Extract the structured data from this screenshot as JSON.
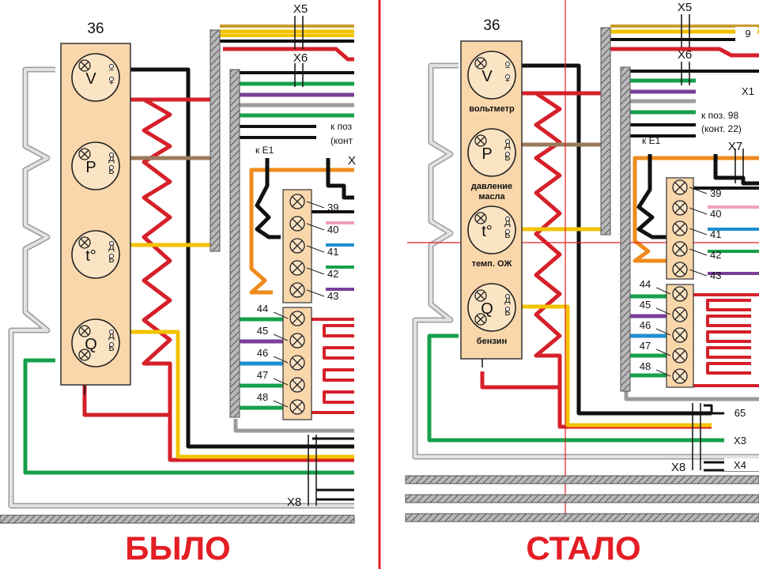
{
  "captions": {
    "before": "БЫЛО",
    "after": "СТАЛО"
  },
  "colors": {
    "panel": "#f9d7ab",
    "divider": "#e31e24",
    "black": "#111111",
    "red": "#d6202a",
    "yellow": "#f2c200",
    "green": "#15a04a",
    "brown": "#9b7a5c",
    "gray": "#b5b5b5",
    "orange": "#ee8b1d",
    "violet": "#7a3f98",
    "blue": "#1e8fd0",
    "pink": "#f0a0b8"
  },
  "before": {
    "block_number": "36",
    "gauges": [
      {
        "symbol": "V",
        "contacts": [
          "−",
          "+"
        ]
      },
      {
        "symbol": "P",
        "contacts": [
          "Д",
          "Б"
        ]
      },
      {
        "symbol": "t°",
        "contacts": [
          "Д",
          "Б"
        ]
      },
      {
        "symbol": "Q",
        "contacts": [
          "Д",
          "Б"
        ]
      }
    ],
    "connectors": {
      "x5": "X5",
      "x6": "X6",
      "x8": "X8",
      "x_partial": "X"
    },
    "ref_e1": "к Е1",
    "ref_pos_partial": "к поз",
    "ref_cont_partial": "(конт",
    "lamp_numbers": [
      "39",
      "40",
      "41",
      "42",
      "43",
      "44",
      "45",
      "46",
      "47",
      "48"
    ]
  },
  "after": {
    "block_number": "36",
    "gauges": [
      {
        "symbol": "V",
        "contacts": [
          "−",
          "+"
        ],
        "caption": "вольтметр"
      },
      {
        "symbol": "P",
        "contacts": [
          "Д",
          "Б"
        ],
        "caption": "давление масла"
      },
      {
        "symbol": "t°",
        "contacts": [
          "Д",
          "Б"
        ],
        "caption": "темп. ОЖ"
      },
      {
        "symbol": "Q",
        "contacts": [
          "Д",
          "Б"
        ],
        "caption": "бензин"
      }
    ],
    "connectors": {
      "x5": "X5",
      "x6": "X6",
      "x7": "X7",
      "x8": "X8",
      "x1": "X1",
      "x3": "X3",
      "x4": "X4"
    },
    "pin_9": "9",
    "pin_65": "65",
    "ref_e1": "к Е1",
    "ref_pos": "к поз. 98",
    "ref_cont": "(конт. 22)",
    "lamp_numbers": [
      "39",
      "40",
      "41",
      "42",
      "43",
      "44",
      "45",
      "46",
      "47",
      "48"
    ]
  }
}
